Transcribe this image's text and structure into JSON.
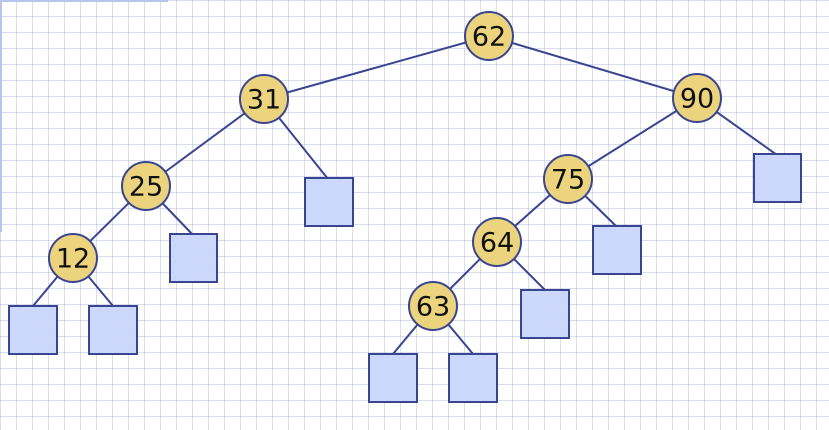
{
  "tree": {
    "colors": {
      "node_fill": "#ecd47e",
      "leaf_fill": "#ccd8fb",
      "edge": "#3a4590"
    },
    "nodes": [
      {
        "id": "n62",
        "label": "62"
      },
      {
        "id": "n31",
        "label": "31"
      },
      {
        "id": "n90",
        "label": "90"
      },
      {
        "id": "n25",
        "label": "25"
      },
      {
        "id": "n75",
        "label": "75"
      },
      {
        "id": "n12",
        "label": "12"
      },
      {
        "id": "n64",
        "label": "64"
      },
      {
        "id": "n63",
        "label": "63"
      }
    ],
    "edges": [
      [
        "n62",
        "n31"
      ],
      [
        "n62",
        "n90"
      ],
      [
        "n31",
        "n25"
      ],
      [
        "n31",
        "leaf-31-right"
      ],
      [
        "n25",
        "n12"
      ],
      [
        "n25",
        "leaf-25-right"
      ],
      [
        "n12",
        "leaf-12-left"
      ],
      [
        "n12",
        "leaf-12-right"
      ],
      [
        "n90",
        "n75"
      ],
      [
        "n90",
        "leaf-90-right"
      ],
      [
        "n75",
        "n64"
      ],
      [
        "n75",
        "leaf-75-right"
      ],
      [
        "n64",
        "n63"
      ],
      [
        "n64",
        "leaf-64-right"
      ],
      [
        "n63",
        "leaf-63-left"
      ],
      [
        "n63",
        "leaf-63-right"
      ]
    ]
  }
}
